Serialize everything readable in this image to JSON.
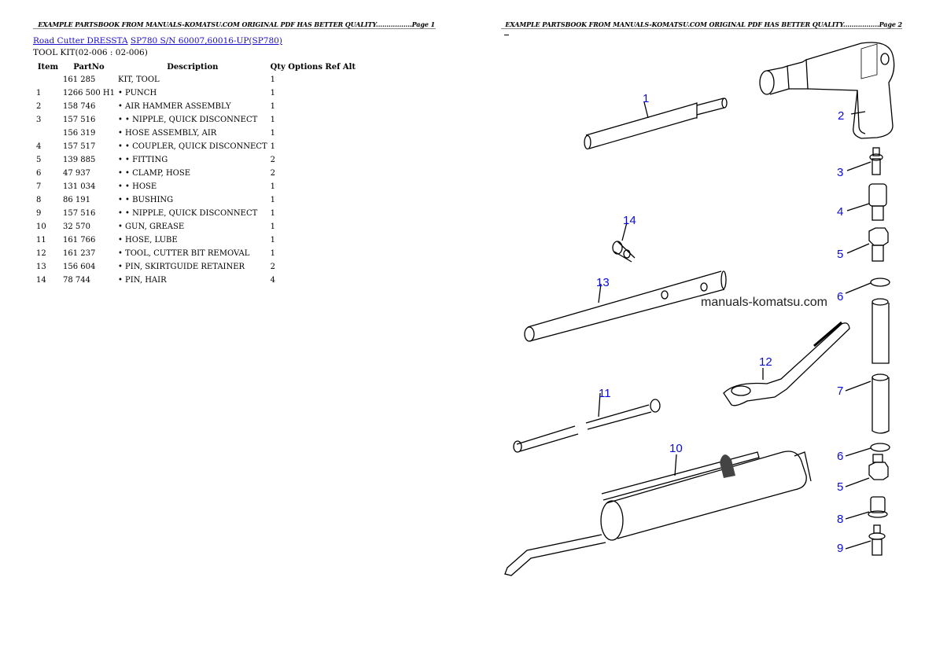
{
  "page1": {
    "header": "EXAMPLE PARTSBOOK FROM MANUALS-KOMATSU.COM ORIGINAL PDF HAS BETTER QUALITY.................Page 1",
    "breadcrumb": {
      "link1": "Road Cutter DRESSTA",
      "link2": "SP780 S/N 60007,60016-UP(SP780)"
    },
    "subtitle": "TOOL KIT(02-006 : 02-006)",
    "table": {
      "headers": [
        "Item",
        "PartNo",
        "Description",
        "Qty Options Ref Alt"
      ],
      "rows": [
        {
          "item": "",
          "partno": "161 285",
          "desc": "KIT, TOOL",
          "qty": "1"
        },
        {
          "item": "1",
          "partno": "1266 500 H1",
          "desc": "• PUNCH",
          "qty": "1"
        },
        {
          "item": "2",
          "partno": "158 746",
          "desc": "• AIR HAMMER ASSEMBLY",
          "qty": "1"
        },
        {
          "item": "3",
          "partno": "157 516",
          "desc": "• • NIPPLE, QUICK DISCONNECT",
          "qty": "1"
        },
        {
          "item": "",
          "partno": "156 319",
          "desc": "• HOSE ASSEMBLY, AIR",
          "qty": "1"
        },
        {
          "item": "4",
          "partno": "157 517",
          "desc": "• • COUPLER, QUICK DISCONNECT",
          "qty": "1"
        },
        {
          "item": "5",
          "partno": "139 885",
          "desc": "• • FITTING",
          "qty": "2"
        },
        {
          "item": "6",
          "partno": "47 937",
          "desc": "• • CLAMP, HOSE",
          "qty": "2"
        },
        {
          "item": "7",
          "partno": "131 034",
          "desc": "• • HOSE",
          "qty": "1"
        },
        {
          "item": "8",
          "partno": "86 191",
          "desc": "• • BUSHING",
          "qty": "1"
        },
        {
          "item": "9",
          "partno": "157 516",
          "desc": "• • NIPPLE, QUICK DISCONNECT",
          "qty": "1"
        },
        {
          "item": "10",
          "partno": "32 570",
          "desc": "• GUN, GREASE",
          "qty": "1"
        },
        {
          "item": "11",
          "partno": "161 766",
          "desc": "• HOSE, LUBE",
          "qty": "1"
        },
        {
          "item": "12",
          "partno": "161 237",
          "desc": "• TOOL, CUTTER BIT REMOVAL",
          "qty": "1"
        },
        {
          "item": "13",
          "partno": "156 604",
          "desc": "• PIN, SKIRTGUIDE RETAINER",
          "qty": "2"
        },
        {
          "item": "14",
          "partno": "78 744",
          "desc": "• PIN, HAIR",
          "qty": "4"
        }
      ]
    }
  },
  "page2": {
    "header": "EXAMPLE PARTSBOOK FROM MANUALS-KOMATSU.COM ORIGINAL PDF HAS BETTER QUALITY.................Page 2",
    "watermark": "manuals-komatsu.com",
    "callouts": {
      "c1": "1",
      "c2": "2",
      "c3": "3",
      "c4": "4",
      "c5a": "5",
      "c6a": "6",
      "c7": "7",
      "c6b": "6",
      "c5b": "5",
      "c8": "8",
      "c9": "9",
      "c10": "10",
      "c11": "11",
      "c12": "12",
      "c13": "13",
      "c14": "14"
    }
  },
  "colors": {
    "link": "#1a0dcc",
    "callout": "#0b0bd8"
  }
}
